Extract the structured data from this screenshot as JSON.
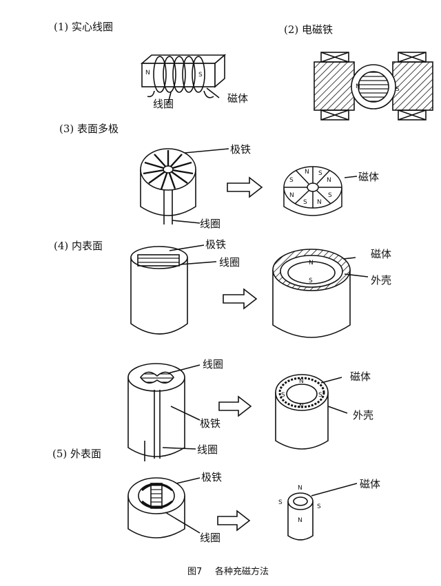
{
  "figure": {
    "caption_number": "图7",
    "caption_text": "各种充磁方法"
  },
  "sections": [
    {
      "label": "(1) 实心线圈",
      "labels": {
        "winding": "线圈",
        "magnet": "磁体",
        "north": "N",
        "south": "S"
      }
    },
    {
      "label": "(2) 电磁铁",
      "labels": {
        "north": "N",
        "south": "S"
      }
    },
    {
      "label": "(3) 表面多极",
      "labels": {
        "yoke": "极铁",
        "winding": "线圈",
        "magnet": "磁体",
        "north": "N",
        "south": "S"
      }
    },
    {
      "label": "(4) 内表面",
      "labels": {
        "yoke": "极铁",
        "winding": "线圈",
        "magnet": "磁体",
        "housing": "外壳",
        "north": "N",
        "south": "S"
      }
    },
    {
      "labels": {
        "winding": "线圈",
        "yoke": "极铁",
        "winding2": "线圈",
        "magnet": "磁体",
        "housing": "外壳",
        "north": "N",
        "south": "S"
      }
    },
    {
      "label": "(5) 外表面",
      "labels": {
        "yoke": "极铁",
        "winding": "线圈",
        "magnet": "磁体",
        "north": "N",
        "south": "S"
      }
    }
  ]
}
